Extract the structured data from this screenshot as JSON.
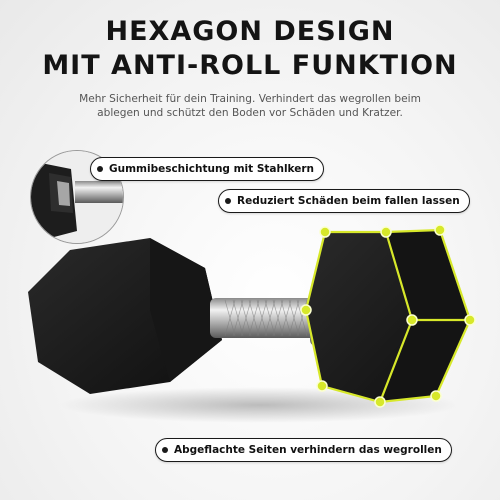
{
  "heading": {
    "line1": "HEXAGON DESIGN",
    "line2": "MIT ANTI-ROLL FUNKTION"
  },
  "subtitle": {
    "line1": "Mehr Sicherheit für dein Training. Verhindert das wegrollen beim",
    "line2": "ablegen und schützt den Boden vor Schäden und Kratzer."
  },
  "callouts": {
    "coating": "Gummibeschichtung mit Stahlkern",
    "damage": "Reduziert Schäden beim fallen lassen",
    "flat_sides": "Abgeflachte Seiten verhindern das wegrollen"
  },
  "colors": {
    "highlight": "#d7e82a",
    "rubber": "#1c1c1c",
    "chrome": "#c9c9c9",
    "text_dark": "#141414"
  }
}
